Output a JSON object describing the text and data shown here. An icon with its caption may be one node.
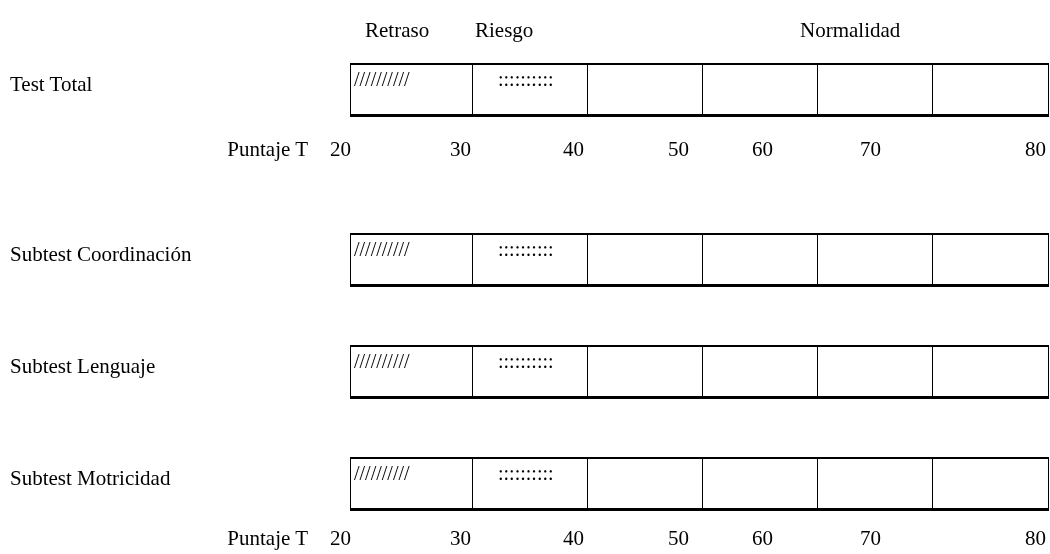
{
  "diagram": {
    "labels": [
      "Retraso",
      "Riesgo",
      "Normalidad",
      "Test Total",
      "//////////",
      "::::::::::",
      "Puntaje T",
      "20",
      "30",
      "40",
      "50",
      "60",
      "70",
      "80",
      "Subtest Coordinación",
      "//////////",
      "::::::::::",
      "Subtest Lenguaje",
      "//////////",
      "::::::::::",
      "Subtest Motricidad",
      "//////////",
      "::::::::::",
      "Puntaje T",
      "20",
      "30",
      "40",
      "50",
      "60",
      "70",
      "80"
    ]
  }
}
